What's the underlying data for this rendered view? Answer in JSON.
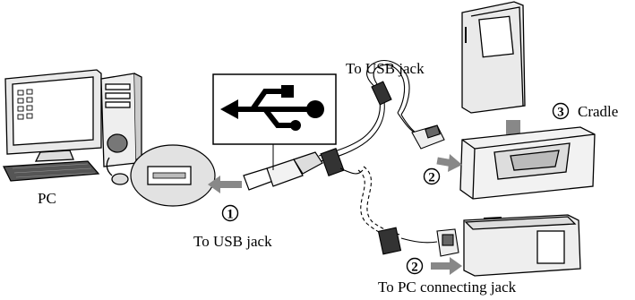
{
  "labels": {
    "pc": "PC",
    "to_usb_jack_top": "To USB jack",
    "to_usb_jack_bottom": "To USB jack",
    "cradle": "Cradle",
    "to_pc_connecting_jack": "To PC connecting jack"
  },
  "steps": {
    "step1": "1",
    "step2_top": "2",
    "step2_bottom": "2",
    "step3": "3"
  },
  "icons": {
    "usb_symbol": "usb-trident-icon",
    "pc": "desktop-computer-icon",
    "cradle": "docking-cradle-icon",
    "player": "portable-player-icon"
  }
}
